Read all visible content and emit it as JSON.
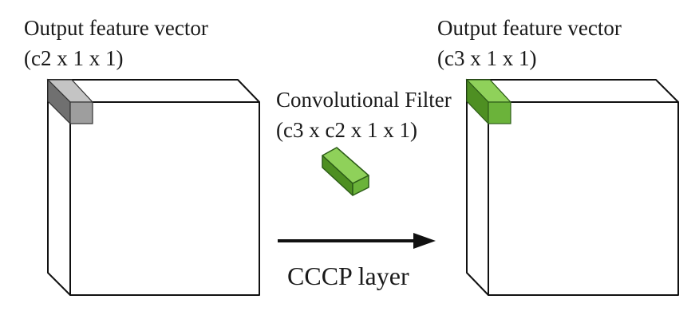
{
  "left_block": {
    "title": "Output feature vector",
    "dims": "(c2 x 1 x 1)"
  },
  "filter": {
    "title": "Convolutional Filter",
    "dims": "(c3 x c2 x 1 x 1)"
  },
  "right_block": {
    "title": "Output feature vector",
    "dims": "(c3 x 1 x 1)"
  },
  "arrow": {
    "caption": "CCCP layer"
  },
  "colors": {
    "outline": "#111111",
    "gray_fill": "#9e9e9e",
    "gray_dark": "#707070",
    "gray_light": "#c4c4c4",
    "green_fill": "#6bb33a",
    "green_dark": "#4e8f22",
    "green_light": "#8fd15a",
    "green_edge": "#2d5d18"
  }
}
